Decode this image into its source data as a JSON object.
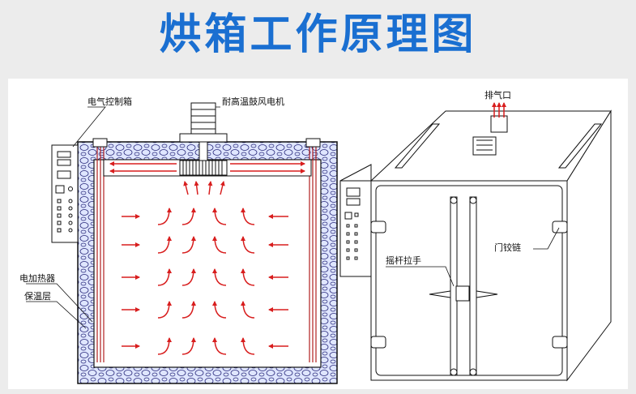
{
  "title": "烘箱工作原理图",
  "colors": {
    "title": "#1a6fd1",
    "arrow": "#d81e1e",
    "insulation": "#dfe6ff",
    "line": "#111111"
  },
  "labels": {
    "control_box": "电气控制箱",
    "fan_motor": "耐高温鼓风电机",
    "heater": "电加热器",
    "insulation": "保温层",
    "exhaust": "排气口",
    "handle": "摇杆拉手",
    "hinge": "门铰链"
  }
}
